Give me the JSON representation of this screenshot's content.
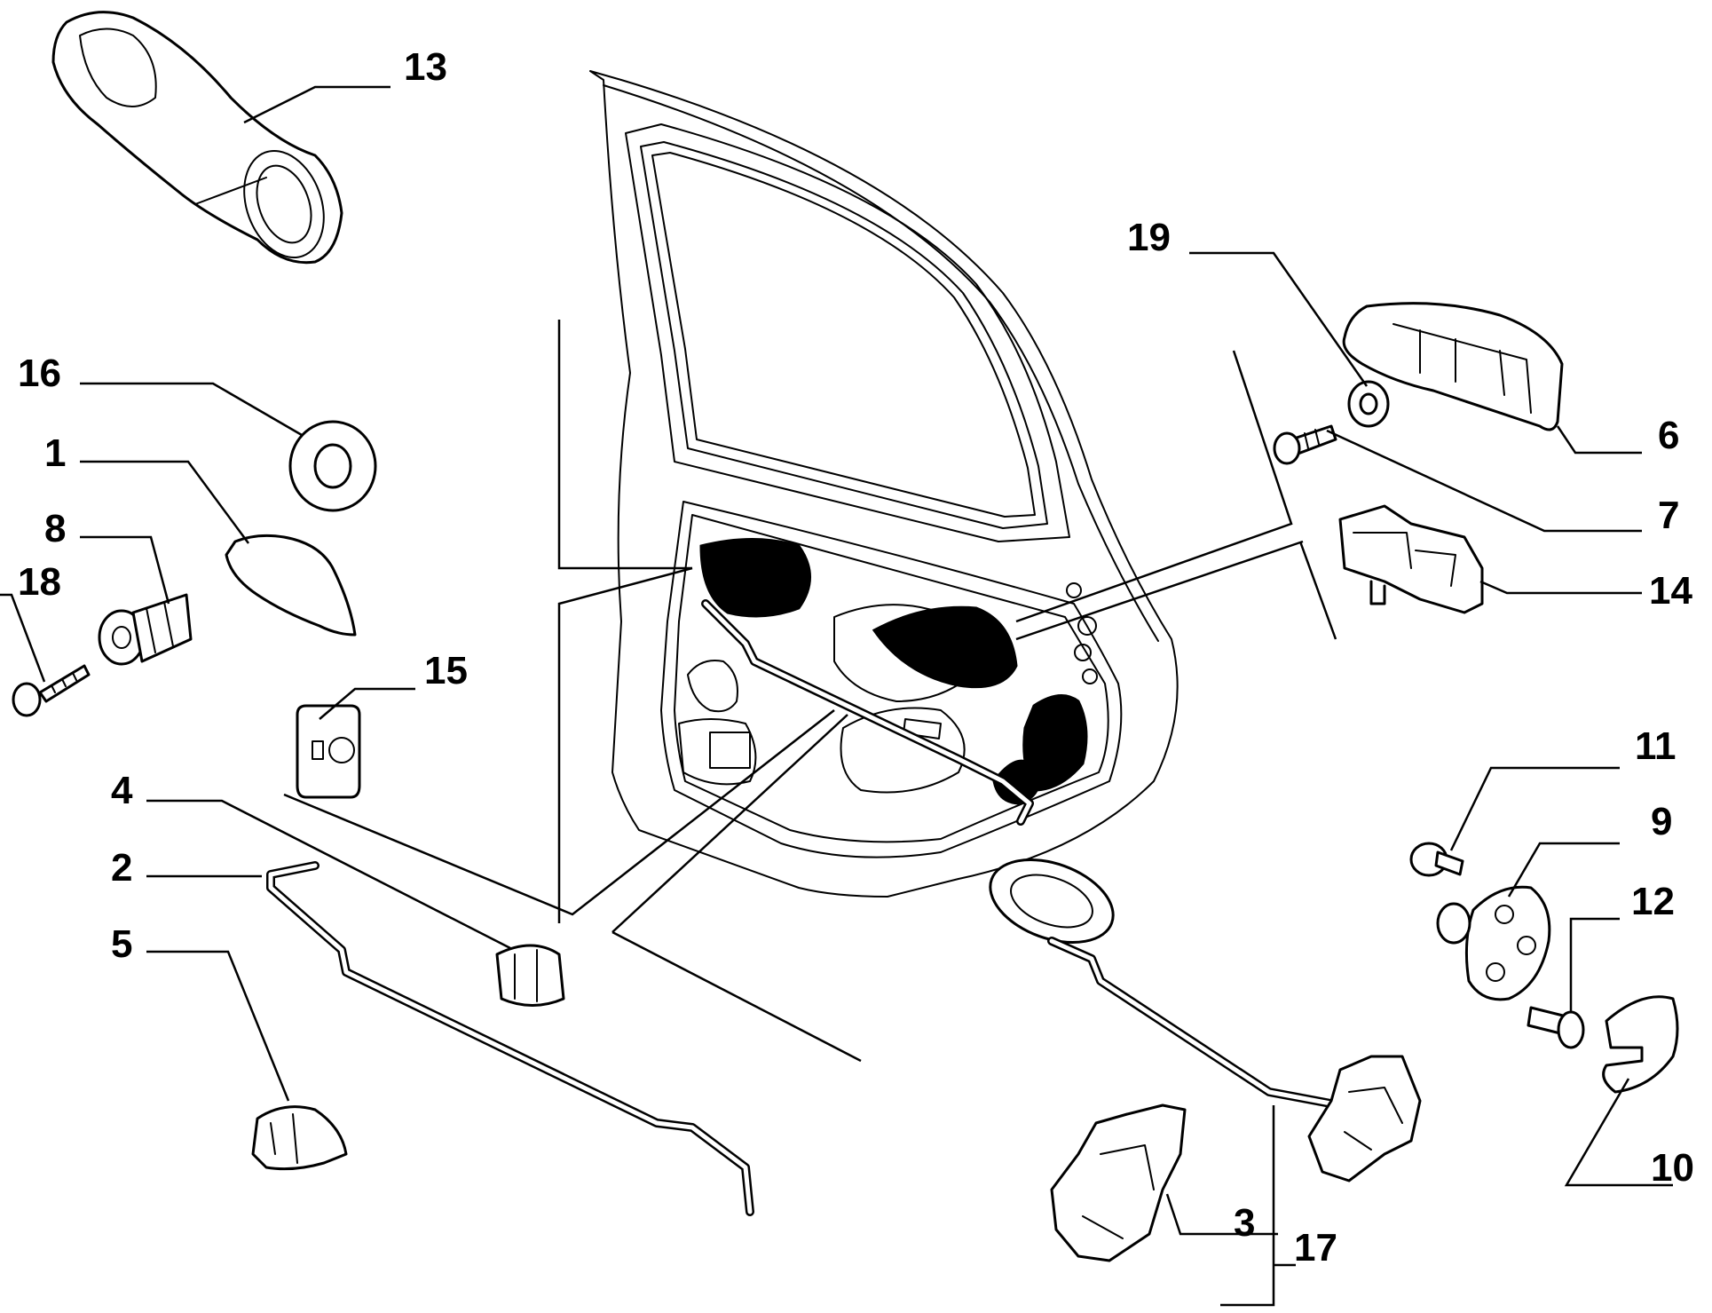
{
  "labels": {
    "p1": "1",
    "p2": "2",
    "p3": "3",
    "p4": "4",
    "p5": "5",
    "p6": "6",
    "p7": "7",
    "p8": "8",
    "p9": "9",
    "p10": "10",
    "p11": "11",
    "p12": "12",
    "p13": "13",
    "p14": "14",
    "p15": "15",
    "p16": "16",
    "p17": "17",
    "p18": "18",
    "p19": "19"
  }
}
